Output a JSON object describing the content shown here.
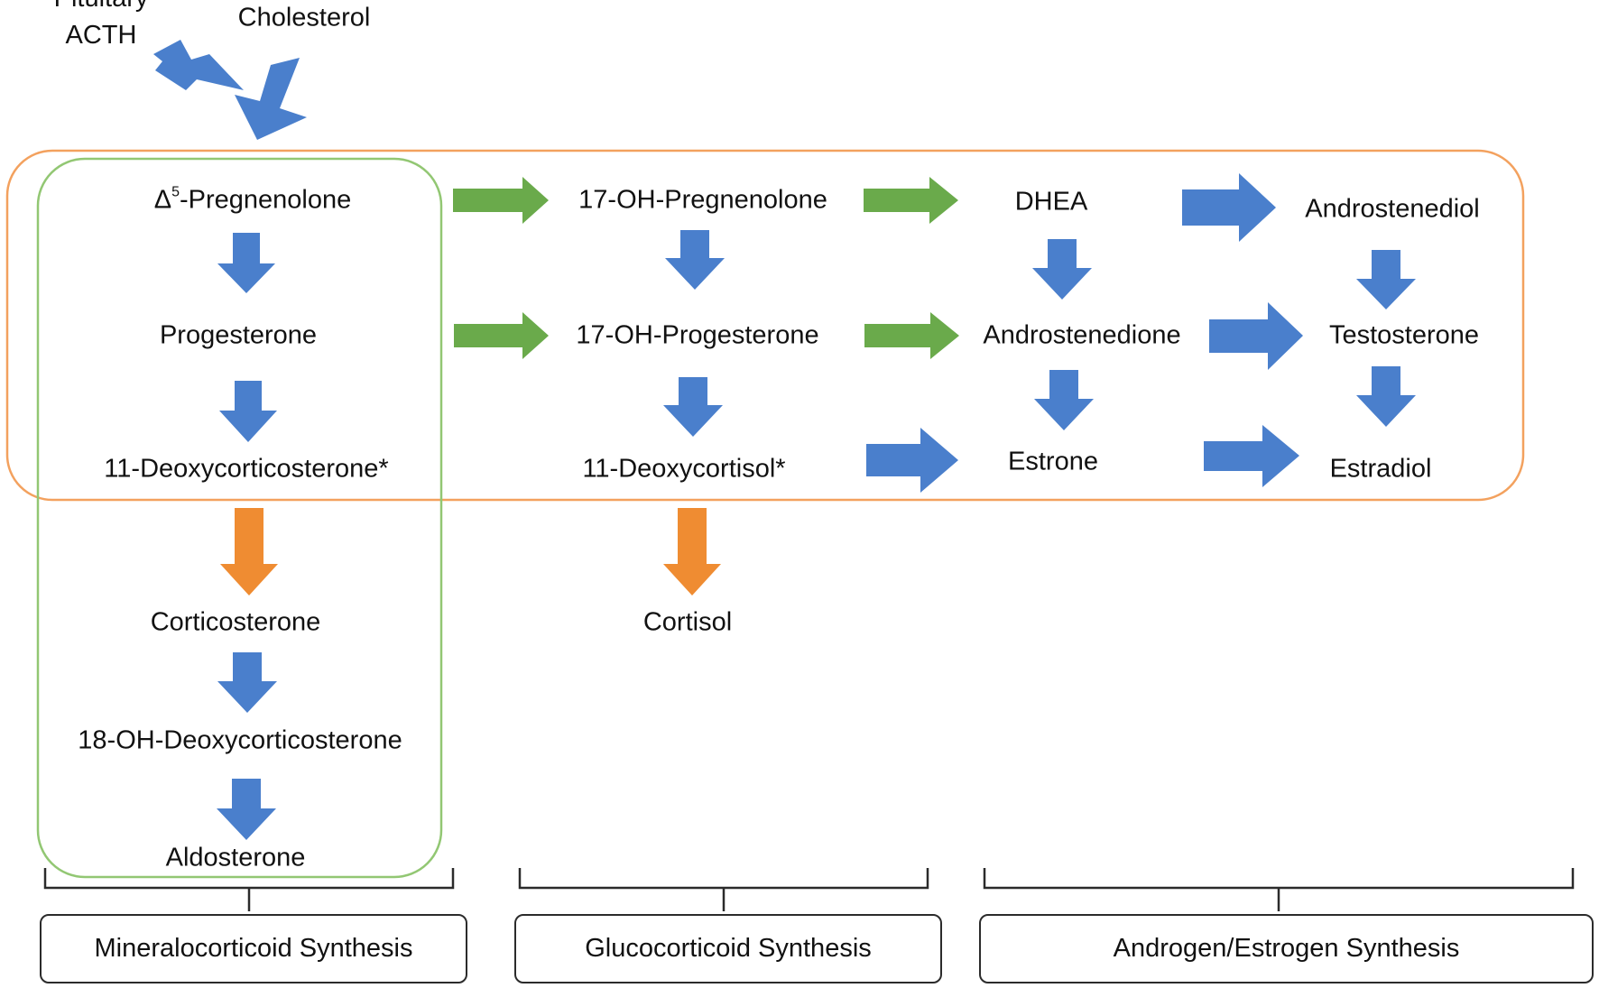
{
  "inputs": {
    "pituitary_acth": "Pituitary\nACTH",
    "cholesterol": "Cholesterol"
  },
  "nodes": {
    "pregnenolone_symbol": "Δ",
    "pregnenolone_sup": "5",
    "pregnenolone_rest": "-Pregnenolone",
    "progesterone": "Progesterone",
    "deoxycorticosterone": "11-Deoxycorticosterone*",
    "corticosterone": "Corticosterone",
    "oh18_deoxycorticosterone": "18-OH-Deoxycorticosterone",
    "aldosterone": "Aldosterone",
    "oh17_pregnenolone": "17-OH-Pregnenolone",
    "oh17_progesterone": "17-OH-Progesterone",
    "deoxycortisol": "11-Deoxycortisol*",
    "cortisol": "Cortisol",
    "dhea": "DHEA",
    "androstenedione": "Androstenedione",
    "estrone": "Estrone",
    "androstenediol": "Androstenediol",
    "testosterone": "Testosterone",
    "estradiol": "Estradiol"
  },
  "categories": {
    "mineralocorticoid": "Mineralocorticoid Synthesis",
    "glucocorticoid": "Glucocorticoid Synthesis",
    "androgen_estrogen": "Androgen/Estrogen Synthesis"
  },
  "colors": {
    "blue_arrow": "#4a7fcc",
    "green_arrow": "#6aaa4b",
    "orange_arrow": "#ef8c32",
    "green_box": "#92c773",
    "orange_box": "#f3a15e"
  }
}
